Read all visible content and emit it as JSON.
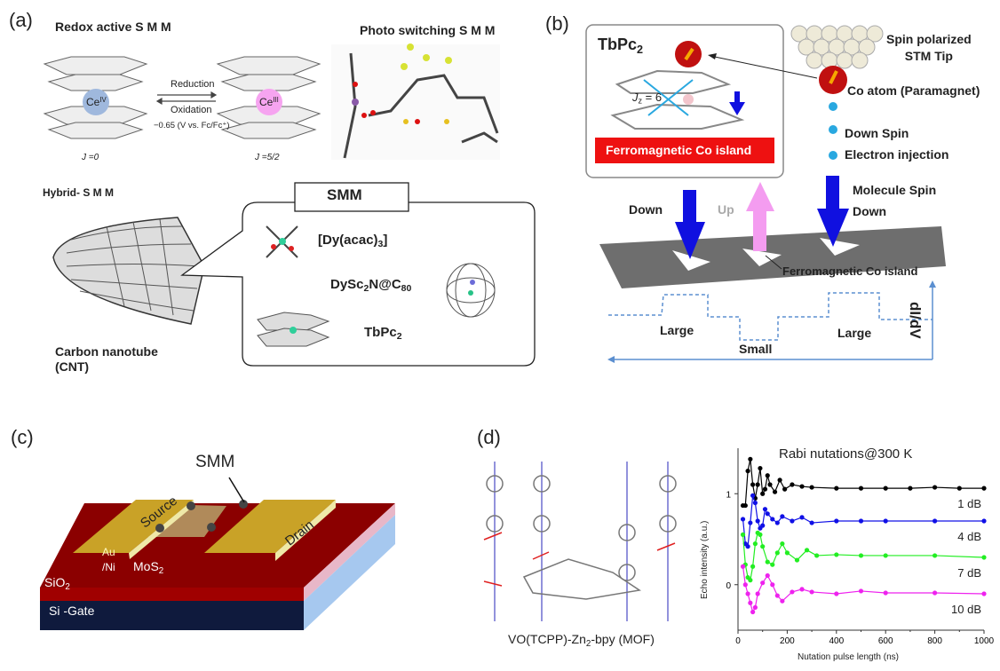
{
  "panels": {
    "a": {
      "label": "(a)",
      "redox_title": "Redox active S M M",
      "ce_left": "Ce",
      "ce_left_sup": "IV",
      "ce_right": "Ce",
      "ce_right_sup": "III",
      "reduction": "Reduction",
      "oxidation": "Oxidation",
      "potential": "−0.65 (V vs. Fc/Fc⁺)",
      "j_left": "J =0",
      "j_right": "J =5/2",
      "photo_title": "Photo switching S M M",
      "hybrid_title": "Hybrid- S M M",
      "smm_box": "SMM",
      "dy_acac": "[Dy(acac)",
      "dy_acac_sub": "3",
      "dy_acac_end": "]",
      "dysc": "DySc",
      "dysc_sub": "2",
      "dysc_mid": "N@C",
      "dysc_sub2": "80",
      "tbpc": "TbPc",
      "tbpc_sub": "2",
      "cnt_line1": "Carbon nanotube",
      "cnt_line2": "(CNT)"
    },
    "b": {
      "label": "(b)",
      "tbpc": "TbPc",
      "tbpc_sub": "2",
      "jz": "J",
      "jz_sub": "z",
      "jz_val": " = 6",
      "island_banner": "Ferromagnetic Co island",
      "tip_line1": "Spin polarized",
      "tip_line2": "STM Tip",
      "co_atom": "Co atom (Paramagnet)",
      "down_spin": "Down Spin",
      "electron_injection": "Electron injection",
      "molecule_spin": "Molecule Spin",
      "molecule_down": "Down",
      "down": "Down",
      "up": "Up",
      "island_label": "Ferromagnetic Co island",
      "large1": "Large",
      "small": "Small",
      "large2": "Large",
      "didv": "dI/dV",
      "colors": {
        "down_arrow": "#1010e0",
        "up_arrow": "#f49cf0",
        "banner": "#ee1111",
        "dashed": "#5b8fd0"
      }
    },
    "c": {
      "label": "(c)",
      "smm": "SMM",
      "source": "Source",
      "drain": "Drain",
      "au": "Au",
      "ni": "/Ni",
      "mos2": "MoS",
      "mos2_sub": "2",
      "sio2": "SiO",
      "sio2_sub": "2",
      "gate": "Si -Gate",
      "colors": {
        "sio2": "#8b0000",
        "gate": "#0f1a3d",
        "side": "#a6c8ef",
        "electrode": "#c9a227"
      }
    },
    "d": {
      "label": "(d)",
      "mof_label": "VO(TCPP)-Zn",
      "mof_sub": "2",
      "mof_end": "-bpy (MOF)"
    }
  },
  "chart_data": {
    "type": "scatter",
    "title": "Rabi nutations@300 K",
    "xlabel": "Nutation pulse length (ns)",
    "ylabel": "Echo intensity (a.u.)",
    "xlim": [
      0,
      1000
    ],
    "ylim": [
      -0.5,
      1.5
    ],
    "xticks": [
      "0",
      "200",
      "400",
      "600",
      "800",
      "1000"
    ],
    "yticks": [
      "0",
      "1"
    ],
    "grid": false,
    "series": [
      {
        "name": "1 dB",
        "color": "#000000",
        "x": [
          20,
          30,
          40,
          50,
          60,
          70,
          80,
          90,
          100,
          110,
          120,
          130,
          150,
          170,
          190,
          220,
          260,
          300,
          400,
          500,
          600,
          700,
          800,
          900,
          1000
        ],
        "y": [
          0.87,
          0.87,
          1.25,
          1.38,
          1.1,
          0.95,
          1.1,
          1.28,
          1.0,
          1.05,
          1.2,
          1.1,
          1.02,
          1.15,
          1.05,
          1.1,
          1.08,
          1.07,
          1.06,
          1.06,
          1.06,
          1.06,
          1.07,
          1.06,
          1.06
        ]
      },
      {
        "name": "4 dB",
        "color": "#1010e6",
        "x": [
          20,
          30,
          40,
          50,
          60,
          70,
          80,
          90,
          100,
          110,
          120,
          140,
          160,
          180,
          220,
          260,
          300,
          400,
          500,
          600,
          800,
          1000
        ],
        "y": [
          0.72,
          0.45,
          0.42,
          0.68,
          0.98,
          0.9,
          0.7,
          0.62,
          0.65,
          0.83,
          0.78,
          0.72,
          0.68,
          0.75,
          0.7,
          0.74,
          0.68,
          0.7,
          0.7,
          0.7,
          0.7,
          0.7
        ]
      },
      {
        "name": "7 dB",
        "color": "#22ee22",
        "x": [
          20,
          30,
          40,
          50,
          60,
          70,
          80,
          90,
          100,
          120,
          140,
          160,
          180,
          200,
          240,
          280,
          320,
          400,
          500,
          600,
          800,
          1000
        ],
        "y": [
          0.55,
          0.22,
          0.08,
          0.05,
          0.2,
          0.45,
          0.57,
          0.55,
          0.42,
          0.25,
          0.22,
          0.35,
          0.45,
          0.35,
          0.27,
          0.38,
          0.32,
          0.33,
          0.32,
          0.32,
          0.32,
          0.3
        ]
      },
      {
        "name": "10 dB",
        "color": "#ee22ee",
        "x": [
          20,
          30,
          40,
          50,
          60,
          70,
          80,
          100,
          120,
          140,
          160,
          180,
          220,
          260,
          300,
          400,
          500,
          600,
          800,
          1000
        ],
        "y": [
          0.2,
          0.0,
          -0.1,
          -0.2,
          -0.3,
          -0.25,
          -0.1,
          0.02,
          0.1,
          0.0,
          -0.12,
          -0.18,
          -0.08,
          -0.05,
          -0.08,
          -0.1,
          -0.07,
          -0.09,
          -0.09,
          -0.1
        ]
      }
    ]
  }
}
